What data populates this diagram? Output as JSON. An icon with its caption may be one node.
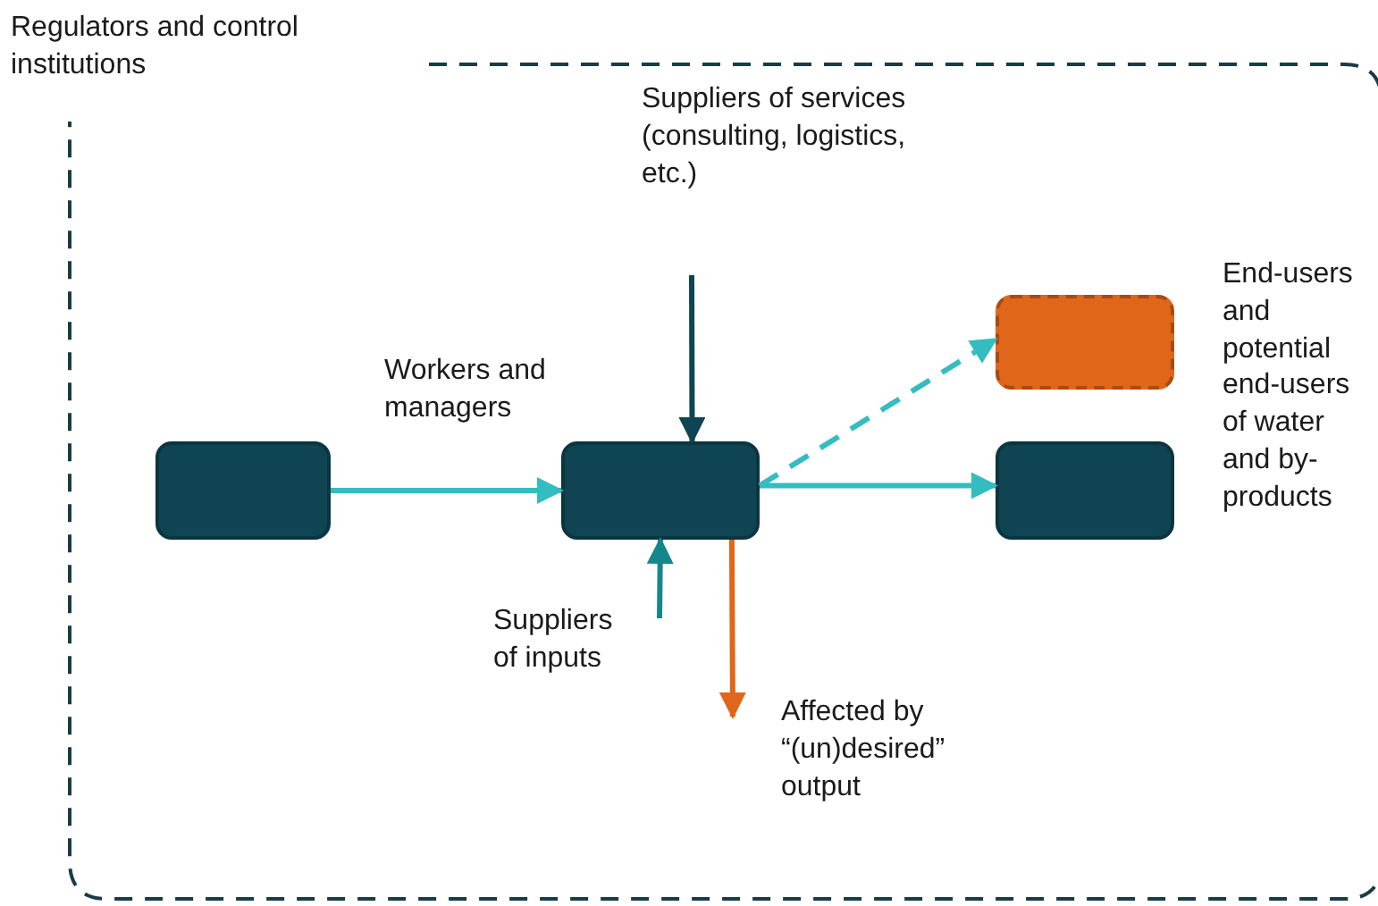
{
  "diagram": {
    "nodes": [
      {
        "text": [
          "Regulators and control institutions"
        ]
      },
      {
        "text": [],
        "shape": "box",
        "in": 0
      },
      {
        "text": [],
        "shape": "box",
        "in": 0
      },
      {
        "text": [],
        "shape": "box",
        "in": 0
      },
      {
        "text": [],
        "shape": "box",
        "in": 0
      },
      {
        "text": [
          "Suppliers of services (consulting, logistics, etc.)"
        ],
        "in": 0
      },
      {
        "text": [
          "Suppliers of inputs"
        ],
        "in": 0
      },
      {
        "text": [
          "Affected by “(un)desired” output"
        ],
        "in": 0
      }
    ],
    "edges": [
      {
        "from": 1,
        "to": 2,
        "arrow": "to",
        "label": "Workers and managers"
      },
      {
        "from": 5,
        "to": 2,
        "arrow": "to",
        "color": "#0f4552"
      },
      {
        "from": 6,
        "to": 2,
        "arrow": "to",
        "color": "#15878b"
      },
      {
        "from": 2,
        "to": 7,
        "arrow": "to",
        "color": "#e0661a"
      },
      {
        "from": 2,
        "to": 4,
        "arrow": "to",
        "style": "dashed"
      },
      {
        "from": 2,
        "to": 3,
        "arrow": "to"
      }
    ],
    "labels": [
      "End-users and potential end-users of water and by-products"
    ]
  }
}
